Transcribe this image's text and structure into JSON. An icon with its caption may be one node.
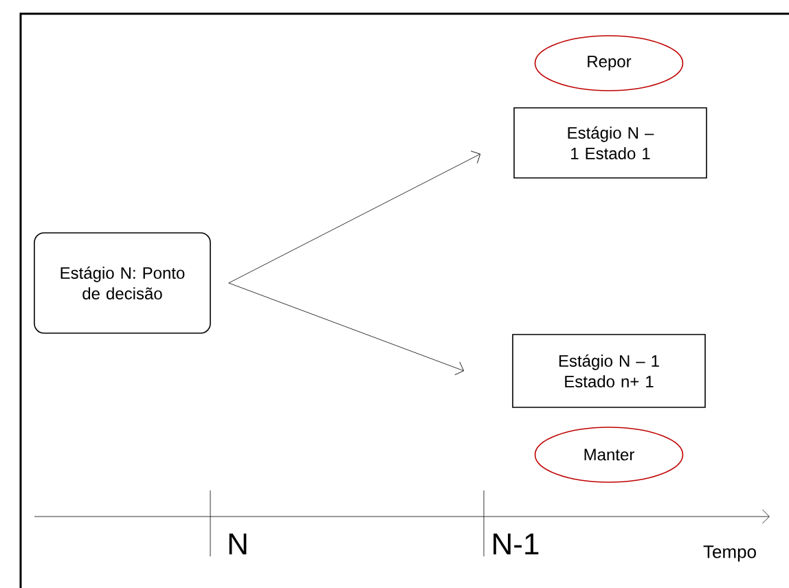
{
  "diagram": {
    "nodes": [
      {
        "text": [
          "Estágio N: Ponto de decisão"
        ]
      },
      {
        "text": [
          "Estágio N – 1 Estado 1"
        ]
      },
      {
        "text": [
          "Estágio N – 1 Estado n+ 1"
        ]
      },
      {
        "text": [
          "Repor"
        ]
      },
      {
        "text": [
          "Manter"
        ]
      }
    ],
    "edges": [
      {
        "from": 0,
        "to": 1,
        "arrow": "to"
      },
      {
        "from": 0,
        "to": 2,
        "arrow": "to"
      }
    ],
    "labels": [
      "N",
      "N-1",
      "Tempo"
    ]
  }
}
